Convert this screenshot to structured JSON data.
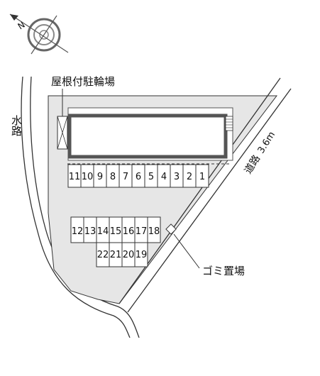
{
  "compass": {
    "north_label": "N"
  },
  "labels": {
    "bicycle_parking": "屋根付駐輪場",
    "waterway": "水路",
    "road": "道路",
    "road_width": "3.6m",
    "garbage": "ゴミ置場"
  },
  "parking": {
    "row_top": [
      "11",
      "10",
      "9",
      "8",
      "7",
      "6",
      "5",
      "4",
      "3",
      "2",
      "1"
    ],
    "row_middle": [
      "12",
      "13",
      "14",
      "15",
      "16",
      "17",
      "18"
    ],
    "row_bottom": [
      "22",
      "21",
      "20",
      "19"
    ]
  },
  "colors": {
    "lot": "#e6e6e6",
    "outline": "#333333",
    "building": "#555555"
  }
}
